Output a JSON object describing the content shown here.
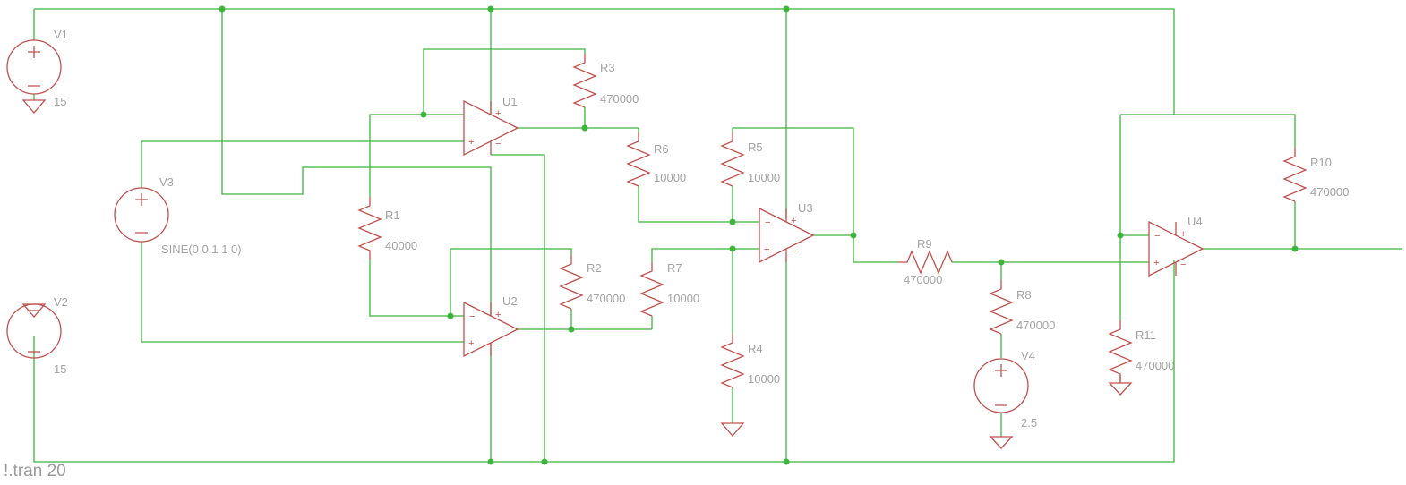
{
  "components": {
    "V1": {
      "name": "V1",
      "value": "15"
    },
    "V2": {
      "name": "V2",
      "value": "15"
    },
    "V3": {
      "name": "V3",
      "value": "SINE(0 0.1 1 0)"
    },
    "V4": {
      "name": "V4",
      "value": "2.5"
    },
    "R1": {
      "name": "R1",
      "value": "40000"
    },
    "R2": {
      "name": "R2",
      "value": "470000"
    },
    "R3": {
      "name": "R3",
      "value": "470000"
    },
    "R4": {
      "name": "R4",
      "value": "10000"
    },
    "R5": {
      "name": "R5",
      "value": "10000"
    },
    "R6": {
      "name": "R6",
      "value": "10000"
    },
    "R7": {
      "name": "R7",
      "value": "10000"
    },
    "R8": {
      "name": "R8",
      "value": "470000"
    },
    "R9": {
      "name": "R9",
      "value": "470000"
    },
    "R10": {
      "name": "R10",
      "value": "470000"
    },
    "R11": {
      "name": "R11",
      "value": "470000"
    },
    "U1": {
      "name": "U1"
    },
    "U2": {
      "name": "U2"
    },
    "U3": {
      "name": "U3"
    },
    "U4": {
      "name": "U4"
    }
  },
  "directive": "!.tran 20",
  "colors": {
    "wire": "#3db53d",
    "component": "#c0504d",
    "label": "#a3a3a3",
    "background": "#ffffff"
  },
  "symbols": {
    "source": "voltage-source-icon",
    "ground": "ground-icon",
    "resistor": "resistor-icon",
    "opamp": "opamp-icon"
  }
}
